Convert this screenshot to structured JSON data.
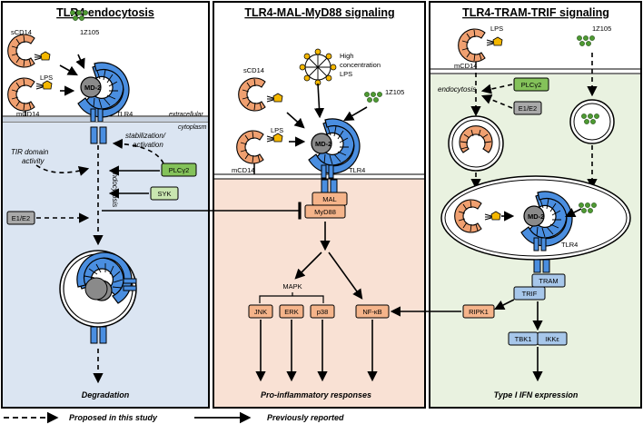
{
  "colors": {
    "blue_panel_bg": "#dbe5f2",
    "peach_panel_bg": "#f9e1d4",
    "green_panel_bg": "#e9f2e0",
    "receptor_blue": "#4a8ee0",
    "cd14_orange": "#f0a070",
    "lps_yellow": "#f5b800",
    "green_dot": "#4e9a32",
    "plcg2_green": "#84c25a",
    "syk_green": "#c9e6b0",
    "md2_grey": "#8a8a8a",
    "signal_peach": "#f5b48a",
    "trif_blue": "#a7c7ea",
    "grey_box": "#a9a9a9"
  },
  "panel1": {
    "title": "TLR4 endocytosis",
    "scd14": "sCD14",
    "z105": "1Z105",
    "lps": "LPS",
    "md2": "MD-2",
    "tlr4": "TLR4",
    "mcd14": "mCD14",
    "extracellular": "extracellular",
    "cytoplasm": "cytoplasm",
    "tir1": "TIR domain",
    "tir2": "activity",
    "stab1": "stabilization/",
    "stab2": "activation",
    "endocytosis": "endocytosis",
    "plcg2": "PLCγ2",
    "syk": "SYK",
    "e1e2": "E1/E2",
    "degradation": "Degradation"
  },
  "panel2": {
    "title": "TLR4-MAL-MyD88 signaling",
    "scd14": "sCD14",
    "high1": "High",
    "high2": "concentration",
    "high3": "LPS",
    "z105": "1Z105",
    "lps": "LPS",
    "md2": "MD-2",
    "tlr4": "TLR4",
    "mcd14": "mCD14",
    "mal": "MAL",
    "myd88": "MyD88",
    "mapk": "MAPK",
    "jnk": "JNK",
    "erk": "ERK",
    "p38": "p38",
    "nfkb": "NF-κB",
    "outcome": "Pro-inflammatory responses"
  },
  "panel3": {
    "title": "TLR4-TRAM-TRIF signaling",
    "lps": "LPS",
    "z105": "1Z105",
    "mcd14": "mCD14",
    "endocytosis": "endocytosis",
    "plcg2": "PLCγ2",
    "e1e2": "E1/E2",
    "md2": "MD-2",
    "tlr4": "TLR4",
    "tram": "TRAM",
    "trif": "TRIF",
    "ripk1": "RIPK1",
    "tbk1": "TBK1",
    "ikke": "IKKε",
    "outcome": "Type I IFN expression"
  },
  "legend": {
    "dashed": "Proposed in this study",
    "solid": "Previously reported"
  }
}
